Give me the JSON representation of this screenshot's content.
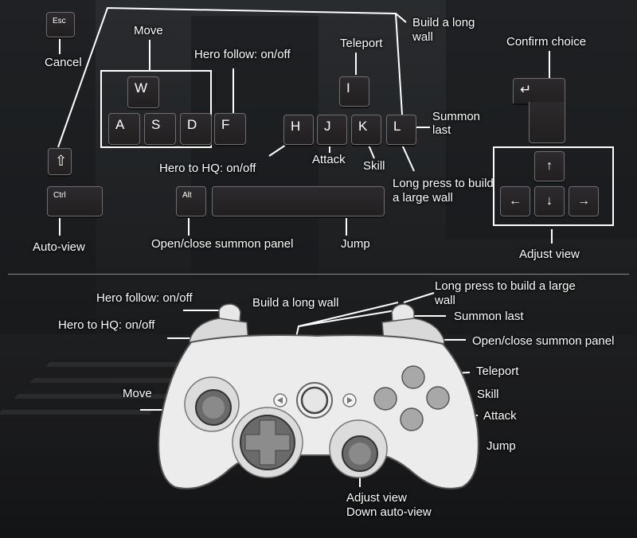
{
  "keyboard": {
    "keys": {
      "esc": "Esc",
      "w": "W",
      "a": "A",
      "s": "S",
      "d": "D",
      "f": "F",
      "i": "I",
      "h": "H",
      "j": "J",
      "k": "K",
      "l": "L",
      "shift": "⇧",
      "ctrl": "Ctrl",
      "alt": "Alt",
      "enter": "↵",
      "up": "↑",
      "left": "←",
      "down": "↓",
      "right": "→"
    },
    "labels": {
      "cancel": "Cancel",
      "move": "Move",
      "hero_follow": "Hero follow: on/off",
      "teleport": "Teleport",
      "build_long_wall": "Build a long wall",
      "confirm_choice": "Confirm choice",
      "summon_last": "Summon last",
      "hero_to_hq": "Hero to HQ: on/off",
      "attack": "Attack",
      "skill": "Skill",
      "long_press": "Long press to build a large wall",
      "auto_view": "Auto-view",
      "open_close_summon": "Open/close summon panel",
      "jump": "Jump",
      "adjust_view": "Adjust view"
    }
  },
  "controller": {
    "labels": {
      "hero_follow": "Hero follow: on/off",
      "hero_to_hq": "Hero to HQ: on/off",
      "build_long_wall": "Build a long wall",
      "long_press": "Long press to build a large wall",
      "summon_last": "Summon last",
      "open_close_summon": "Open/close summon panel",
      "move": "Move",
      "teleport": "Teleport",
      "skill": "Skill",
      "attack": "Attack",
      "jump": "Jump",
      "adjust_view": "Adjust view",
      "down_auto_view": "Down auto-view"
    }
  }
}
